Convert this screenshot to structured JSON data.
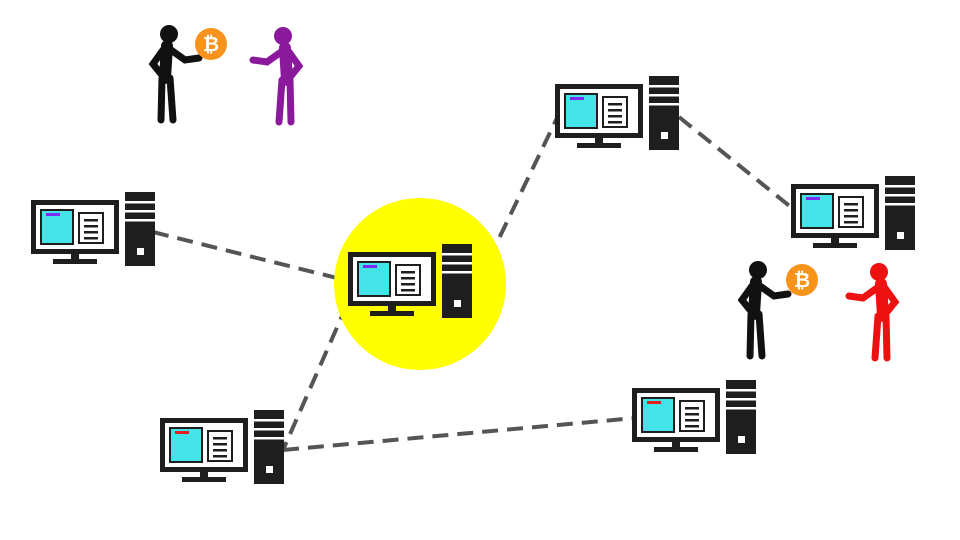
{
  "diagram": {
    "colors": {
      "background": "#ffffff",
      "highlight": "#ffff00",
      "link": "#555555",
      "hardware": "#1e1e1e",
      "screen_window": "#44e3e8",
      "coin": "#f7931a"
    },
    "nodes": [
      {
        "id": "left",
        "indicator_color": "#7b2cf3",
        "highlighted": false
      },
      {
        "id": "center",
        "indicator_color": "#7b2cf3",
        "highlighted": true
      },
      {
        "id": "top-right",
        "indicator_color": "#7b2cf3",
        "highlighted": false
      },
      {
        "id": "far-right",
        "indicator_color": "#7b2cf3",
        "highlighted": false
      },
      {
        "id": "bottom-left",
        "indicator_color": "#e21f1f",
        "highlighted": false
      },
      {
        "id": "bottom-right",
        "indicator_color": "#e21f1f",
        "highlighted": false
      }
    ],
    "links": [
      {
        "from": "left",
        "to": "center"
      },
      {
        "from": "center",
        "to": "top-right"
      },
      {
        "from": "top-right",
        "to": "far-right"
      },
      {
        "from": "center",
        "to": "bottom-left"
      },
      {
        "from": "bottom-left",
        "to": "bottom-right"
      }
    ],
    "transactions": [
      {
        "id": "tx-1",
        "sender_color": "#111111",
        "receiver_color": "#8a1a9b",
        "coin_symbol": "₿"
      },
      {
        "id": "tx-2",
        "sender_color": "#111111",
        "receiver_color": "#ee1111",
        "coin_symbol": "₿"
      }
    ]
  }
}
